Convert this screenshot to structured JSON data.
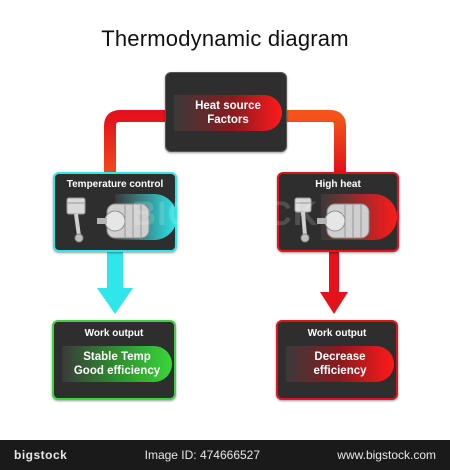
{
  "title": "Thermodynamic diagram",
  "nodes": {
    "heat_source": {
      "line1": "Heat source",
      "line2": "Factors"
    },
    "temperature_control": {
      "label": "Temperature control"
    },
    "high_heat": {
      "label": "High heat"
    },
    "work_output_left": {
      "label": "Work output",
      "line1": "Stable Temp",
      "line2": "Good efficiency"
    },
    "work_output_right": {
      "label": "Work output",
      "line1": "Decrease",
      "line2": "efficiency"
    }
  },
  "colors": {
    "hot": "#e3121b",
    "cool": "#2fe6ea",
    "good": "#3bd43b",
    "box": "#2e2e2e"
  },
  "watermark": "BIGSTOCK",
  "footer": {
    "logo": "bigstock",
    "image_id": "Image ID: 474666527",
    "site": "www.bigstock.com"
  }
}
